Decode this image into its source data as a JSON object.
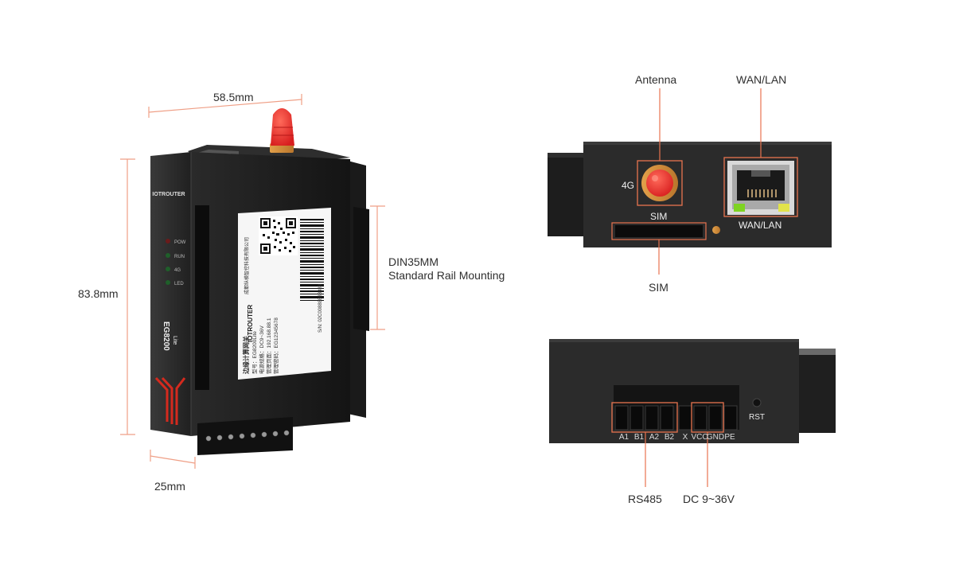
{
  "device": {
    "brand": "IOTROUTER",
    "model": "EG8200",
    "model_sub": "Lite",
    "leds": [
      "POW",
      "RUN",
      "4G",
      "LED"
    ],
    "label_sticker": {
      "company": "成都纵横智控科技有限公司",
      "product": "边缘计算网关",
      "lines": [
        "型号：EG8200Lite",
        "电源规格：DC9~36V",
        "管理页面：192.168.88.1",
        "管理密码：EG12345678"
      ],
      "serial": "S/N: 02C00888888888"
    }
  },
  "dimensions": {
    "width": "58.5mm",
    "height": "83.8mm",
    "depth": "25mm",
    "mount_line1": "DIN35MM",
    "mount_line2": "Standard Rail Mounting"
  },
  "top_view": {
    "antenna": "Antenna",
    "wan_lan_top": "WAN/LAN",
    "label_4g": "4G",
    "sim_inner": "SIM",
    "wan_lan_inner": "WAN/LAN",
    "sim_bottom": "SIM"
  },
  "bottom_view": {
    "pins": [
      "A1",
      "B1",
      "A2",
      "B2",
      "X",
      "VCC",
      "GND",
      "PE"
    ],
    "rst": "RST",
    "rs485": "RS485",
    "power": "DC 9~36V"
  },
  "colors": {
    "callout": "#e8734f",
    "dimension": "#ef9f86",
    "body": "#1c1c1c",
    "antenna": "#e83a3a",
    "accent_red": "#d42a1e"
  }
}
